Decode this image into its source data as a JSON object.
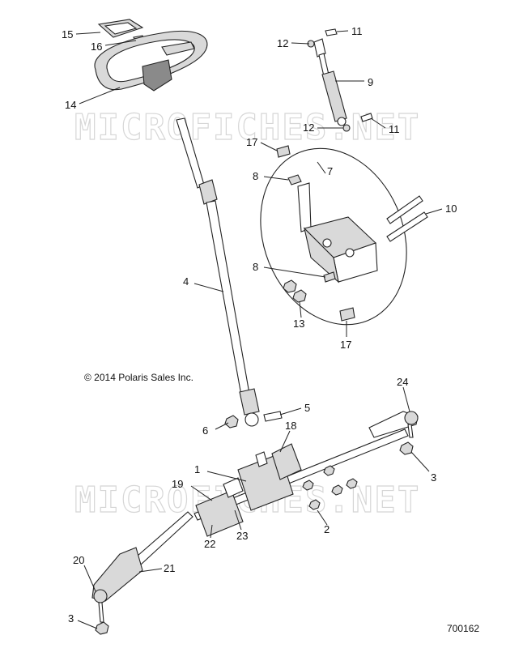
{
  "watermark": "MICROFICHES.NET",
  "copyright": "© 2014 Polaris Sales Inc.",
  "diagram_number": "700162",
  "callouts": {
    "c1": "1",
    "c2": "2",
    "c3a": "3",
    "c3b": "3",
    "c4": "4",
    "c5": "5",
    "c6": "6",
    "c7": "7",
    "c8a": "8",
    "c8b": "8",
    "c9": "9",
    "c10": "10",
    "c11a": "11",
    "c11b": "11",
    "c12a": "12",
    "c12b": "12",
    "c13": "13",
    "c14": "14",
    "c15": "15",
    "c16": "16",
    "c17a": "17",
    "c17b": "17",
    "c18": "18",
    "c19": "19",
    "c20": "20",
    "c21": "21",
    "c22": "22",
    "c23": "23",
    "c24": "24"
  }
}
